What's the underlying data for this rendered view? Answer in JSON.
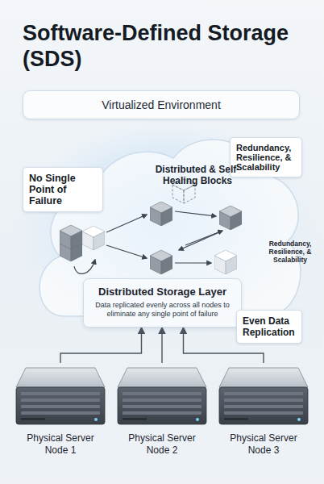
{
  "diagram": {
    "title": "Software-Defined Storage (SDS)",
    "nodes": [
      {
        "text": [
          "Virtualized Environment"
        ]
      },
      {
        "text": [
          "No Single Point of Failure"
        ]
      },
      {
        "text": [
          "Redundancy, Resilience, & Scalability"
        ]
      },
      {
        "text": [
          "Distributed Storage Layer",
          "Data replicated evenly across all nodes to eliminate any single point of failure"
        ]
      },
      {
        "text": [
          "Even Data Replication"
        ]
      },
      {
        "text": [
          "Physical Server Node 1"
        ]
      },
      {
        "text": [
          "Physical Server Node 2"
        ]
      },
      {
        "text": [
          "Physical Server Node 3"
        ]
      }
    ],
    "edges": [
      {
        "from": 5,
        "to": 3,
        "arrow": "to"
      },
      {
        "from": 6,
        "to": 3,
        "arrow": "to"
      },
      {
        "from": 7,
        "to": 3,
        "arrow": "to"
      }
    ],
    "labels": [
      "Distributed & Self-Healing Blocks",
      "Redundancy, Resilience, & Scalability"
    ]
  }
}
